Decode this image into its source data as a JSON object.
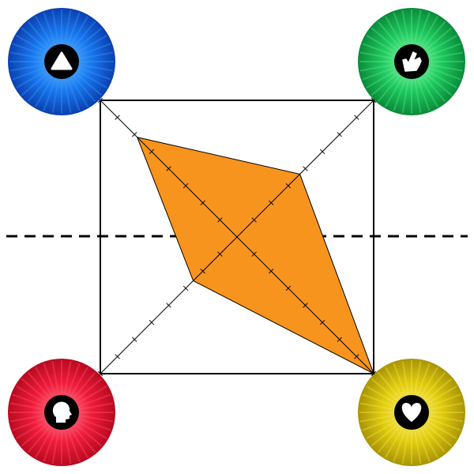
{
  "colors": {
    "background": "#ffffff",
    "square_stroke": "#000000",
    "diagonal_stroke": "#000000",
    "dashed_line": "#000000",
    "shape_fill": "#f7941d",
    "shape_stroke": "#000000",
    "icon_disc": "#000000",
    "icon_glyph": "#ffffff"
  },
  "diagonal_ticks_per_half": 8,
  "shape": {
    "description_free": true,
    "levels": [
      {
        "axis": "top-left",
        "value": 0.73
      },
      {
        "axis": "top-right",
        "value": 0.46
      },
      {
        "axis": "bottom-right",
        "value": 1.0
      },
      {
        "axis": "bottom-left",
        "value": 0.32
      }
    ]
  },
  "corners": [
    {
      "id": "top-left",
      "icon": "triangle-icon",
      "color": "#0a5bd6",
      "glow": "#3aa0ff"
    },
    {
      "id": "top-right",
      "icon": "pointing-hand-icon",
      "color": "#0fae4c",
      "glow": "#5ef08a"
    },
    {
      "id": "bottom-left",
      "icon": "head-profile-icon",
      "color": "#e0102a",
      "glow": "#ff5a6e"
    },
    {
      "id": "bottom-right",
      "icon": "heart-icon",
      "color": "#c9b50a",
      "glow": "#ffe94a"
    }
  ]
}
